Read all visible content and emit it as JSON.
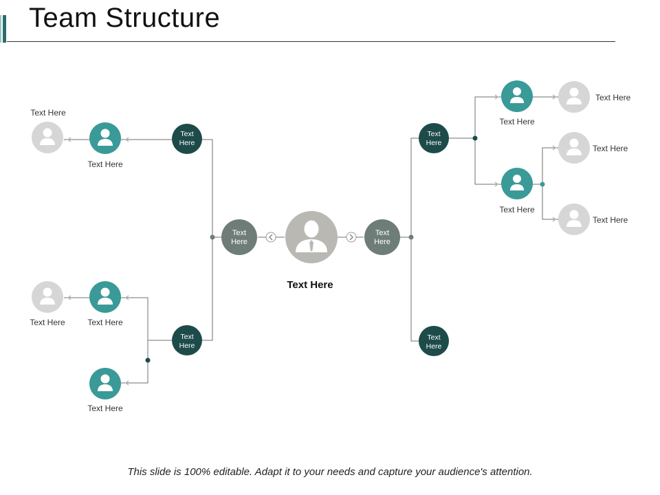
{
  "slide": {
    "title": "Team Structure",
    "footer": "This slide is 100% editable. Adapt it to your needs and capture your audience's attention."
  },
  "colors": {
    "dark_teal": "#1d4b4a",
    "teal": "#3a9a98",
    "slate": "#6e7d78",
    "grey_node": "#d6d6d6",
    "center": "#b9b8b2",
    "line": "#6f6f6f"
  },
  "diagram": {
    "center": {
      "label": "Text Here",
      "icon": "businessman-icon"
    },
    "hubs": [
      {
        "id": "hub-left",
        "text": "Text\nHere"
      },
      {
        "id": "hub-right",
        "text": "Text\nHere"
      }
    ],
    "managers": [
      {
        "id": "mgr-left-top",
        "text": "Text\nHere"
      },
      {
        "id": "mgr-left-bottom",
        "text": "Text\nHere"
      },
      {
        "id": "mgr-right-top",
        "text": "Text\nHere"
      },
      {
        "id": "mgr-right-bottom",
        "text": "Text\nHere"
      }
    ],
    "members": [
      {
        "id": "member-left-top",
        "label": "Text Here",
        "icon": "person-icon"
      },
      {
        "id": "member-left-mid",
        "label": "Text Here",
        "icon": "person-icon"
      },
      {
        "id": "member-left-low",
        "label": "Text Here",
        "icon": "person-icon"
      },
      {
        "id": "member-right-top",
        "label": "Text Here",
        "icon": "person-icon"
      },
      {
        "id": "member-right-mid",
        "label": "Text Here",
        "icon": "person-icon"
      }
    ],
    "leaves": [
      {
        "id": "leaf-left-top",
        "label": "Text Here",
        "icon": "person-icon"
      },
      {
        "id": "leaf-left-mid",
        "label": "Text Here",
        "icon": "person-icon"
      },
      {
        "id": "leaf-right-1",
        "label": "Text Here",
        "icon": "person-icon"
      },
      {
        "id": "leaf-right-2",
        "label": "Text Here",
        "icon": "person-icon"
      },
      {
        "id": "leaf-right-3",
        "label": "Text Here",
        "icon": "person-icon"
      }
    ]
  }
}
